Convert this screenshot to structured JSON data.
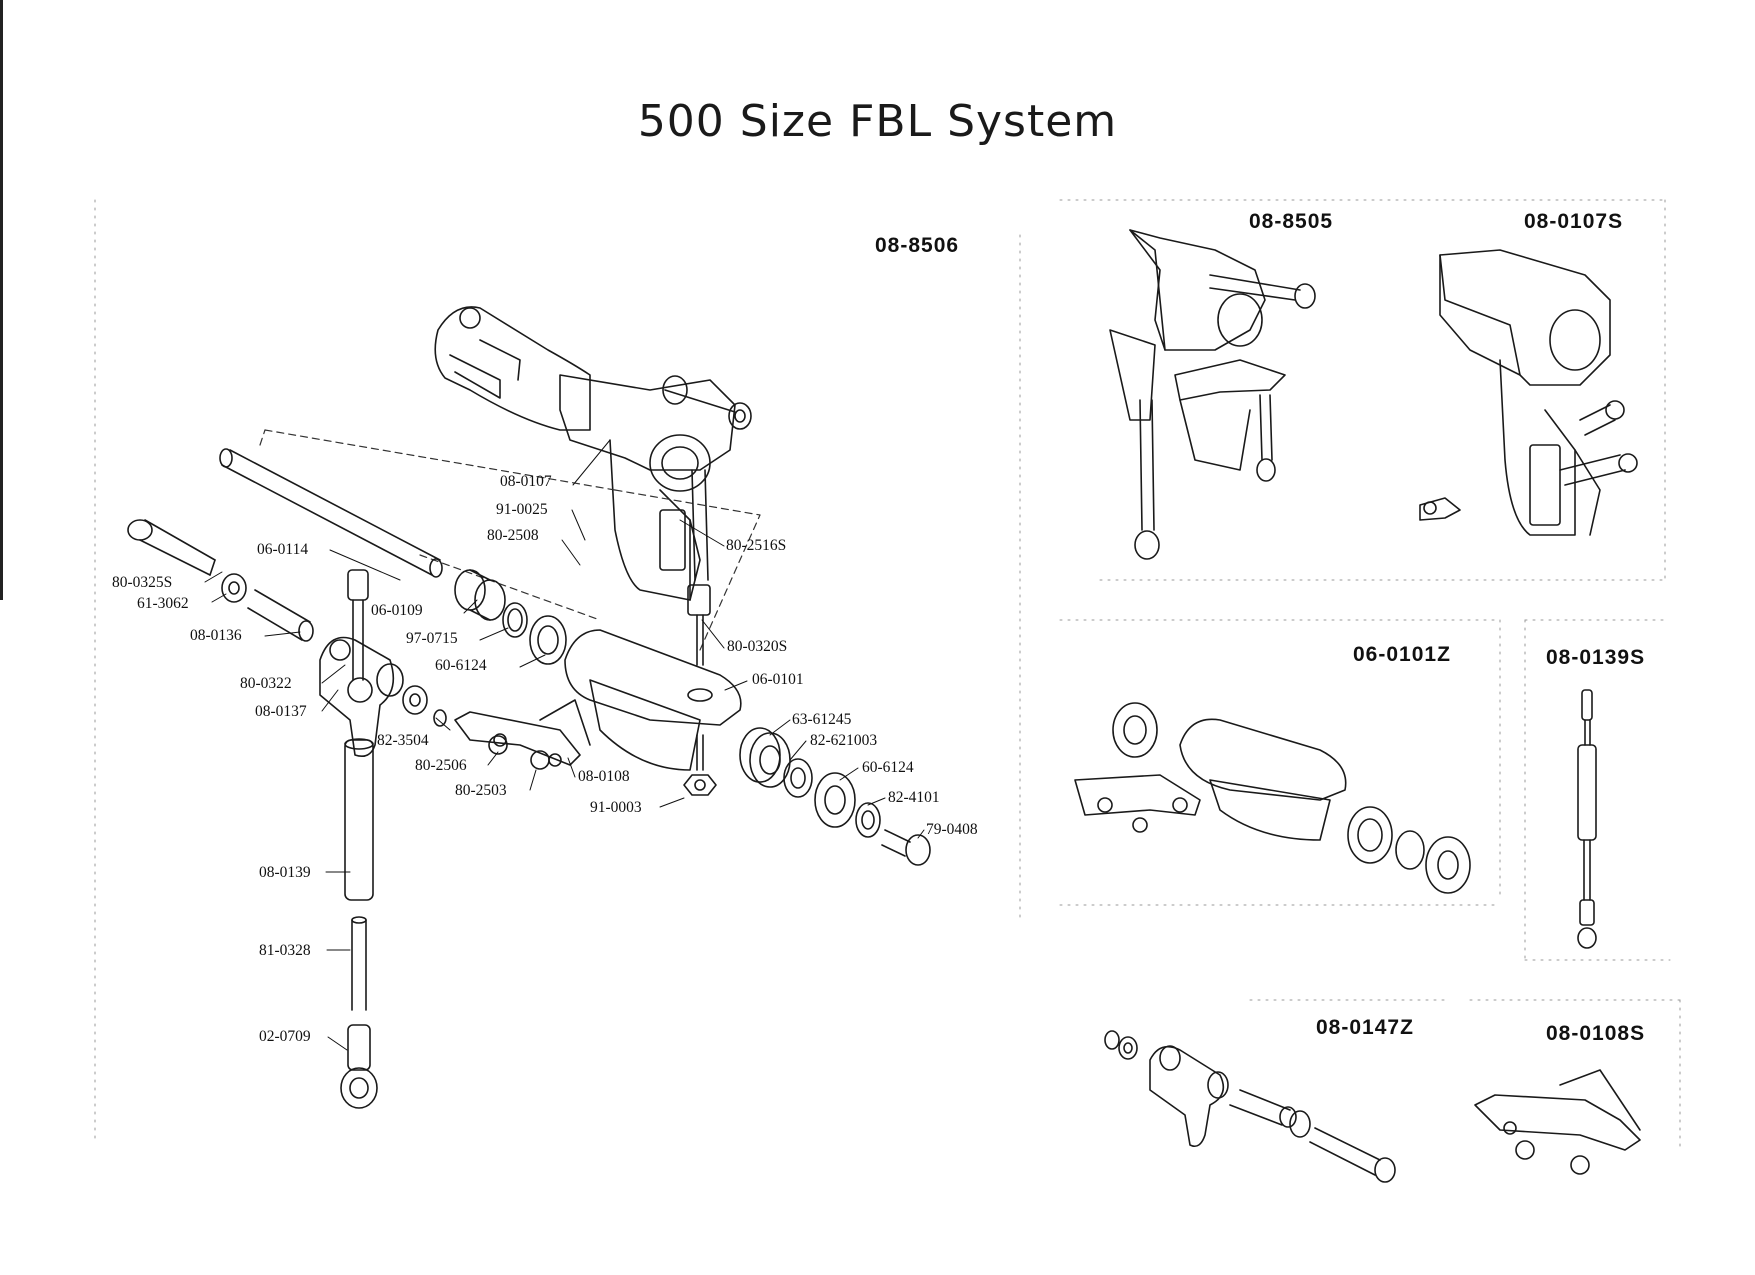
{
  "title": "500 Size FBL System",
  "kits": {
    "main": "08-8506",
    "head_set": "08-8505",
    "head_block": "08-0107S",
    "grip_set": "06-0101Z",
    "pushrod": "08-0139S",
    "washout": "08-0147Z",
    "arm": "08-0108S"
  },
  "parts": [
    {
      "id": "p1",
      "label": "08-0107"
    },
    {
      "id": "p2",
      "label": "91-0025"
    },
    {
      "id": "p3",
      "label": "80-2508"
    },
    {
      "id": "p4",
      "label": "80-2516S"
    },
    {
      "id": "p5",
      "label": "06-0114"
    },
    {
      "id": "p6",
      "label": "80-0325S"
    },
    {
      "id": "p7",
      "label": "61-3062"
    },
    {
      "id": "p8",
      "label": "08-0136"
    },
    {
      "id": "p9",
      "label": "06-0109"
    },
    {
      "id": "p10",
      "label": "97-0715"
    },
    {
      "id": "p11",
      "label": "60-6124"
    },
    {
      "id": "p12",
      "label": "80-0320S"
    },
    {
      "id": "p13",
      "label": "06-0101"
    },
    {
      "id": "p14",
      "label": "80-0322"
    },
    {
      "id": "p15",
      "label": "08-0137"
    },
    {
      "id": "p16",
      "label": "82-3504"
    },
    {
      "id": "p17",
      "label": "80-2506"
    },
    {
      "id": "p18",
      "label": "80-2503"
    },
    {
      "id": "p19",
      "label": "08-0108"
    },
    {
      "id": "p20",
      "label": "63-61245"
    },
    {
      "id": "p21",
      "label": "82-621003"
    },
    {
      "id": "p22",
      "label": "60-6124"
    },
    {
      "id": "p23",
      "label": "82-4101"
    },
    {
      "id": "p24",
      "label": "79-0408"
    },
    {
      "id": "p25",
      "label": "91-0003"
    },
    {
      "id": "p26",
      "label": "08-0139"
    },
    {
      "id": "p27",
      "label": "81-0328"
    },
    {
      "id": "p28",
      "label": "02-0709"
    }
  ]
}
